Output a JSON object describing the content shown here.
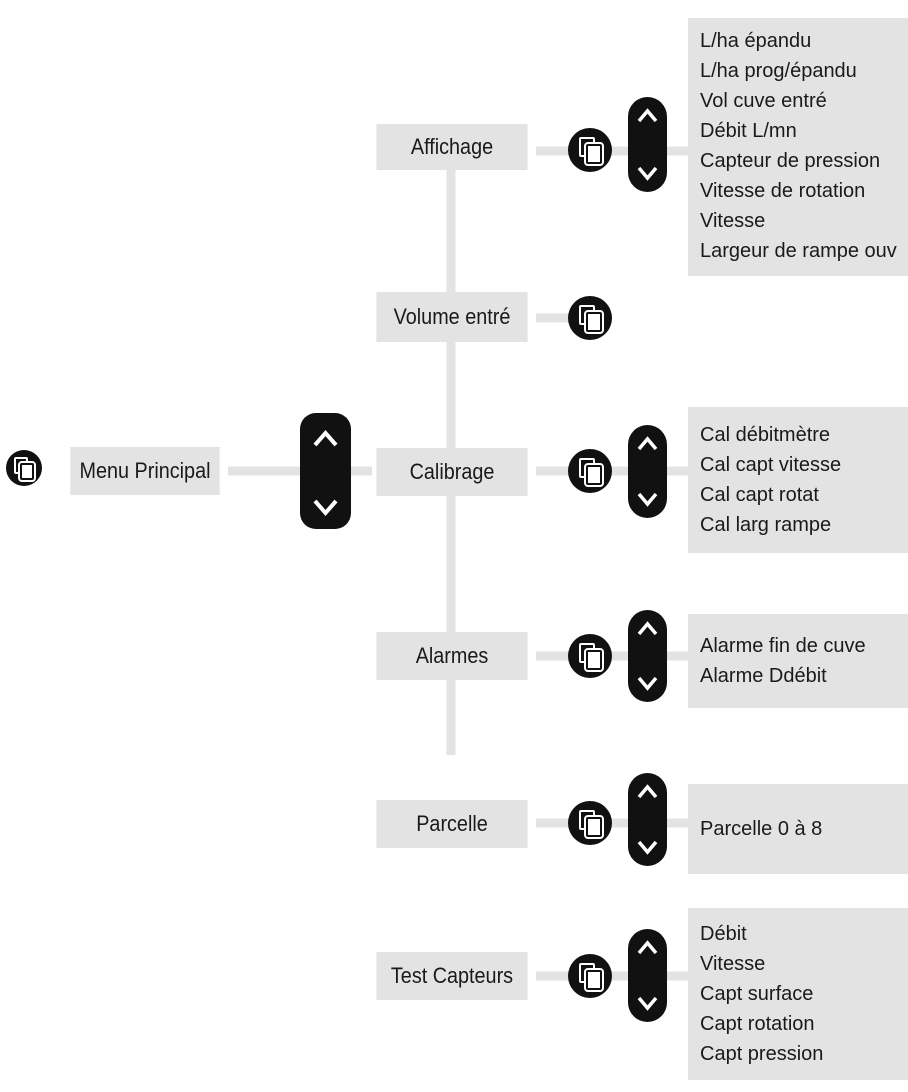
{
  "main": {
    "label": "Menu Principal"
  },
  "branches": [
    {
      "label": "Affichage",
      "items": [
        "L/ha épandu",
        "L/ha prog/épandu",
        "Vol cuve entré",
        "Débit L/mn",
        "Capteur de pression",
        "Vitesse de rotation",
        "Vitesse",
        "Largeur de rampe ouv"
      ]
    },
    {
      "label": "Volume entré",
      "items": []
    },
    {
      "label": "Calibrage",
      "items": [
        "Cal débitmètre",
        "Cal capt vitesse",
        "Cal capt rotat",
        "Cal larg rampe"
      ]
    },
    {
      "label": "Alarmes",
      "items": [
        "Alarme fin de cuve",
        "Alarme Ddébit"
      ]
    },
    {
      "label": "Parcelle",
      "items": [
        "Parcelle 0 à 8"
      ]
    },
    {
      "label": "Test Capteurs",
      "items": [
        "Débit",
        "Vitesse",
        "Capt surface",
        "Capt rotation",
        "Capt pression"
      ]
    }
  ],
  "icons": {
    "select": "copy-select-icon",
    "navigate": "up-down-navigator-icon"
  },
  "colors": {
    "box": "#e3e3e3",
    "icon": "#111111",
    "line": "#e3e3e3"
  }
}
